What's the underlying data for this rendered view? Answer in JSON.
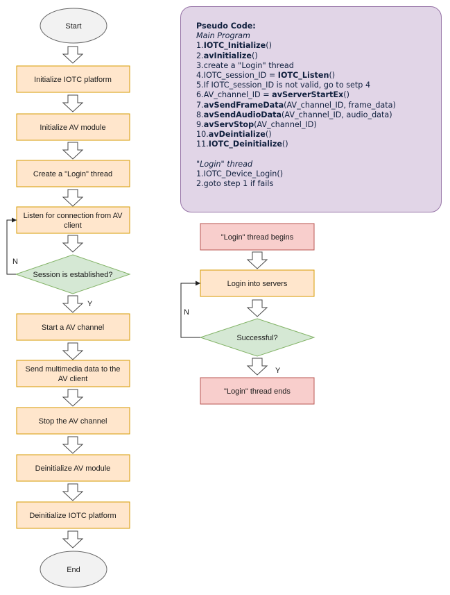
{
  "colors": {
    "process_fill": "#ffe6cc",
    "process_stroke": "#d79b00",
    "decision_fill": "#d5e8d4",
    "decision_stroke": "#82b366",
    "endpoint_fill": "#f8cecc",
    "endpoint_stroke": "#b85450",
    "terminal_fill": "#f2f2f2",
    "terminal_stroke": "#666666",
    "pseudo_fill": "#e1d5e7",
    "pseudo_stroke": "#9673a6"
  },
  "main_flow": {
    "start": "Start",
    "steps": [
      "Initialize IOTC platform",
      "Initialize AV module",
      "Create a \"Login\" thread",
      [
        "Listen for connection from AV",
        "client"
      ],
      "Session is established?",
      "Start a AV channel",
      [
        "Send multimedia data to the",
        "AV client"
      ],
      "Stop the AV channel",
      "Deinitialize AV module",
      "Deinitialize IOTC platform"
    ],
    "end": "End",
    "no_label": "N",
    "yes_label": "Y"
  },
  "login_flow": {
    "begin": "\"Login\" thread begins",
    "login": "Login into servers",
    "decision": "Successful?",
    "end": "\"Login\" thread ends",
    "no_label": "N",
    "yes_label": "Y"
  },
  "pseudo": {
    "title": "Pseudo Code:",
    "main_heading": "Main Program",
    "main_lines": [
      {
        "num": "1.",
        "fn": "IOTC_Initialize",
        "args": "()"
      },
      {
        "num": "2.",
        "fn": "avInitialize",
        "args": "()"
      },
      {
        "num": "3.",
        "pre": "create a \"Login\" thread"
      },
      {
        "num": "4.",
        "pre": "IOTC_session_ID = ",
        "fn": "IOTC_Listen",
        "args": "()"
      },
      {
        "num": "5.",
        "pre": "If IOTC_session_ID is not valid, go to setp 4"
      },
      {
        "num": "6.",
        "pre": "AV_channel_ID = ",
        "fn": "avServerStartEx",
        "args": "()"
      },
      {
        "num": "7.",
        "fn": "avSendFrameData",
        "args": "(AV_channel_ID, frame_data)"
      },
      {
        "num": "8.",
        "fn": "avSendAudioData",
        "args": "(AV_channel_ID, audio_data)"
      },
      {
        "num": "9.",
        "fn": "avServStop",
        "args": "(AV_channel_ID)"
      },
      {
        "num": "10.",
        "fn": "avDeintialize",
        "args": "()"
      },
      {
        "num": "11.",
        "fn": "IOTC_Deinitialize",
        "args": "()"
      }
    ],
    "login_heading": "\"Login\" thread",
    "login_lines": [
      "1.IOTC_Device_Login()",
      "2.goto step 1 if fails"
    ]
  }
}
